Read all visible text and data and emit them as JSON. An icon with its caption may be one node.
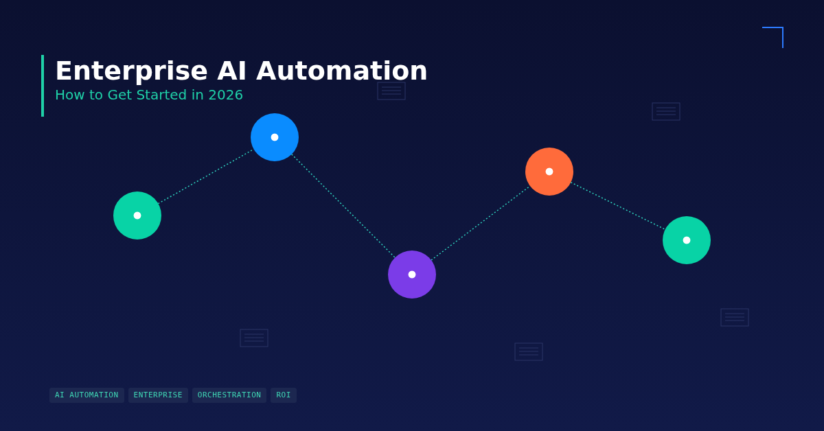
{
  "diagram": {
    "title": "Enterprise AI Automation",
    "nodes": [
      {
        "text": [],
        "shape": "circle"
      },
      {
        "text": [],
        "shape": "circle"
      },
      {
        "text": [],
        "shape": "circle"
      },
      {
        "text": [],
        "shape": "circle"
      },
      {
        "text": [],
        "shape": "circle"
      }
    ],
    "edges": [
      {
        "from": 0,
        "to": 1,
        "arrow": "none",
        "style": "dashed"
      },
      {
        "from": 1,
        "to": 2,
        "arrow": "none",
        "style": "dashed"
      },
      {
        "from": 2,
        "to": 3,
        "arrow": "none",
        "style": "dashed"
      },
      {
        "from": 3,
        "to": 4,
        "arrow": "none",
        "style": "dashed"
      }
    ],
    "labels": [
      "How to Get Started in 2026",
      "AI AUTOMATION",
      "ENTERPRISE",
      "ORCHESTRATION",
      "ROI"
    ]
  }
}
